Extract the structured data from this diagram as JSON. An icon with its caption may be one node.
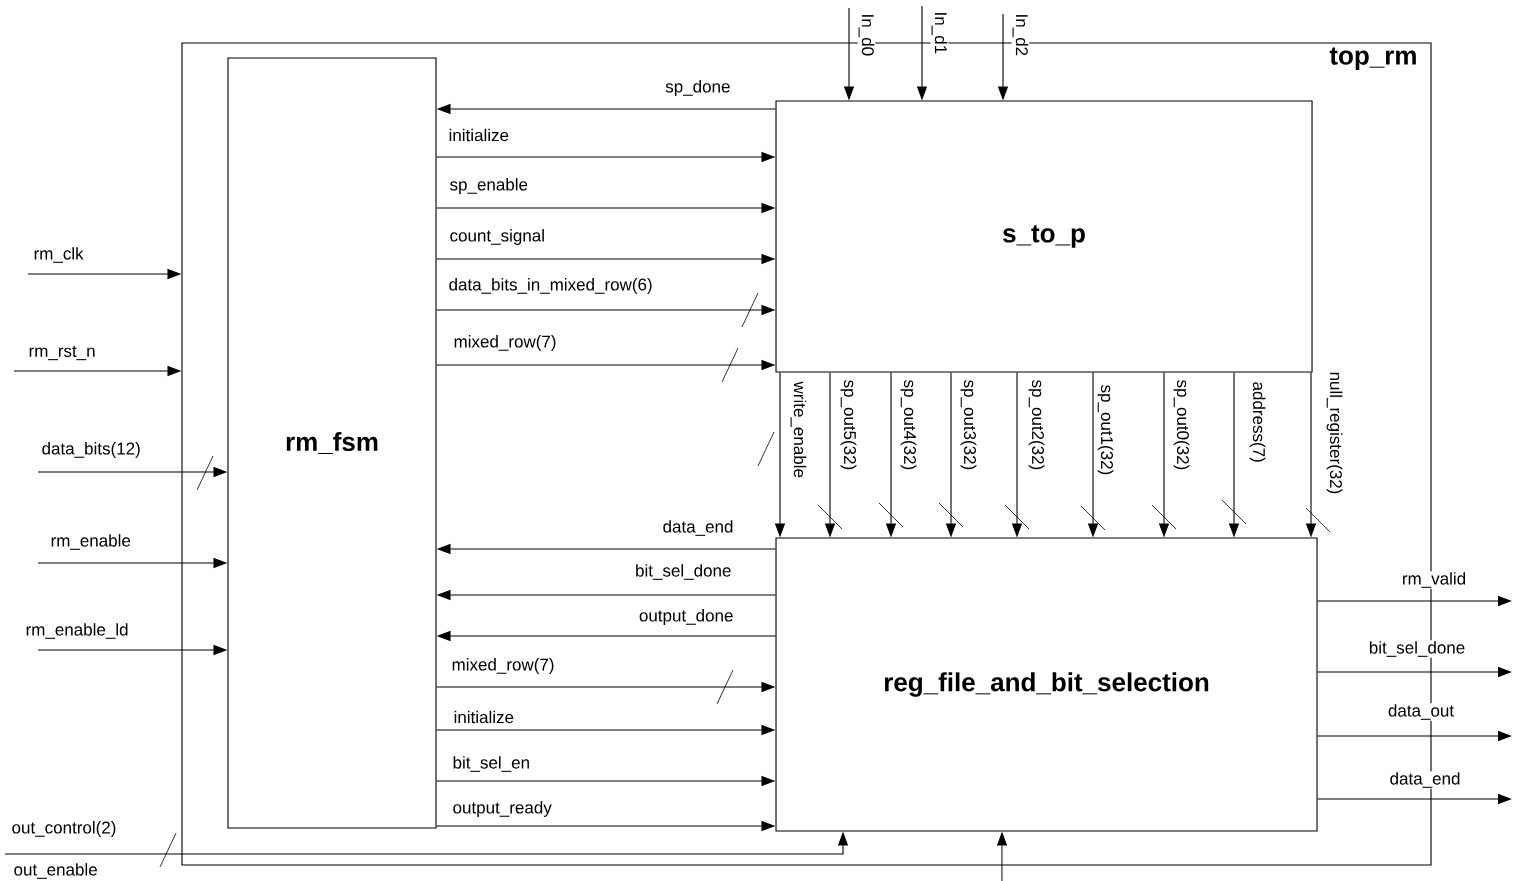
{
  "diagram": {
    "nodes": [
      {
        "text": [
          "top_rm"
        ]
      },
      {
        "text": [
          "rm_fsm"
        ],
        "in": 0
      },
      {
        "text": [
          "s_to_p"
        ],
        "in": 0
      },
      {
        "text": [
          "reg_file_and_bit_selection"
        ],
        "in": 0
      }
    ],
    "edges": [
      {
        "from": null,
        "to": 0,
        "arrow": "to",
        "label": "rm_clk"
      },
      {
        "from": null,
        "to": 0,
        "arrow": "to",
        "label": "rm_rst_n"
      },
      {
        "from": null,
        "to": 1,
        "arrow": "to",
        "label": "data_bits(12)"
      },
      {
        "from": null,
        "to": 1,
        "arrow": "to",
        "label": "rm_enable"
      },
      {
        "from": null,
        "to": 1,
        "arrow": "to",
        "label": "rm_enable_ld"
      },
      {
        "from": null,
        "to": 3,
        "arrow": "to",
        "label": "out_control(2)"
      },
      {
        "from": null,
        "to": 3,
        "arrow": "to"
      },
      {
        "from": null,
        "to": 2,
        "arrow": "to",
        "label": "In_d0"
      },
      {
        "from": null,
        "to": 2,
        "arrow": "to",
        "label": "In_d1"
      },
      {
        "from": null,
        "to": 2,
        "arrow": "to",
        "label": "In_d2"
      },
      {
        "from": 2,
        "to": 1,
        "arrow": "to",
        "label": "sp_done"
      },
      {
        "from": 1,
        "to": 2,
        "arrow": "to",
        "label": "initialize"
      },
      {
        "from": 1,
        "to": 2,
        "arrow": "to",
        "label": "sp_enable"
      },
      {
        "from": 1,
        "to": 2,
        "arrow": "to",
        "label": "count_signal"
      },
      {
        "from": 1,
        "to": 2,
        "arrow": "to",
        "label": "data_bits_in_mixed_row(6)"
      },
      {
        "from": 1,
        "to": 2,
        "arrow": "to",
        "label": "mixed_row(7)"
      },
      {
        "from": 2,
        "to": 3,
        "arrow": "to",
        "label": "write_enable"
      },
      {
        "from": 2,
        "to": 3,
        "arrow": "to",
        "label": "sp_out5(32)"
      },
      {
        "from": 2,
        "to": 3,
        "arrow": "to",
        "label": "sp_out4(32)"
      },
      {
        "from": 2,
        "to": 3,
        "arrow": "to",
        "label": "sp_out3(32)"
      },
      {
        "from": 2,
        "to": 3,
        "arrow": "to",
        "label": "sp_out2(32)"
      },
      {
        "from": 2,
        "to": 3,
        "arrow": "to",
        "label": "sp_out1(32)"
      },
      {
        "from": 2,
        "to": 3,
        "arrow": "to",
        "label": "sp_out0(32)"
      },
      {
        "from": 2,
        "to": 3,
        "arrow": "to",
        "label": "address(7)"
      },
      {
        "from": 2,
        "to": 3,
        "arrow": "to",
        "label": "null_register(32)"
      },
      {
        "from": 3,
        "to": 1,
        "arrow": "to",
        "label": "data_end"
      },
      {
        "from": 3,
        "to": 1,
        "arrow": "to",
        "label": "bit_sel_done"
      },
      {
        "from": 3,
        "to": 1,
        "arrow": "to",
        "label": "output_done"
      },
      {
        "from": 1,
        "to": 3,
        "arrow": "to",
        "label": "mixed_row(7)"
      },
      {
        "from": 1,
        "to": 3,
        "arrow": "to",
        "label": "initialize"
      },
      {
        "from": 1,
        "to": 3,
        "arrow": "to",
        "label": "bit_sel_en"
      },
      {
        "from": 1,
        "to": 3,
        "arrow": "to",
        "label": "output_ready"
      },
      {
        "from": 3,
        "to": null,
        "arrow": "to",
        "label": "rm_valid"
      },
      {
        "from": 3,
        "to": null,
        "arrow": "to",
        "label": "bit_sel_done"
      },
      {
        "from": 3,
        "to": null,
        "arrow": "to",
        "label": "data_out"
      },
      {
        "from": 3,
        "to": null,
        "arrow": "to",
        "label": "data_end"
      }
    ],
    "labels": [
      "out_enable"
    ]
  }
}
